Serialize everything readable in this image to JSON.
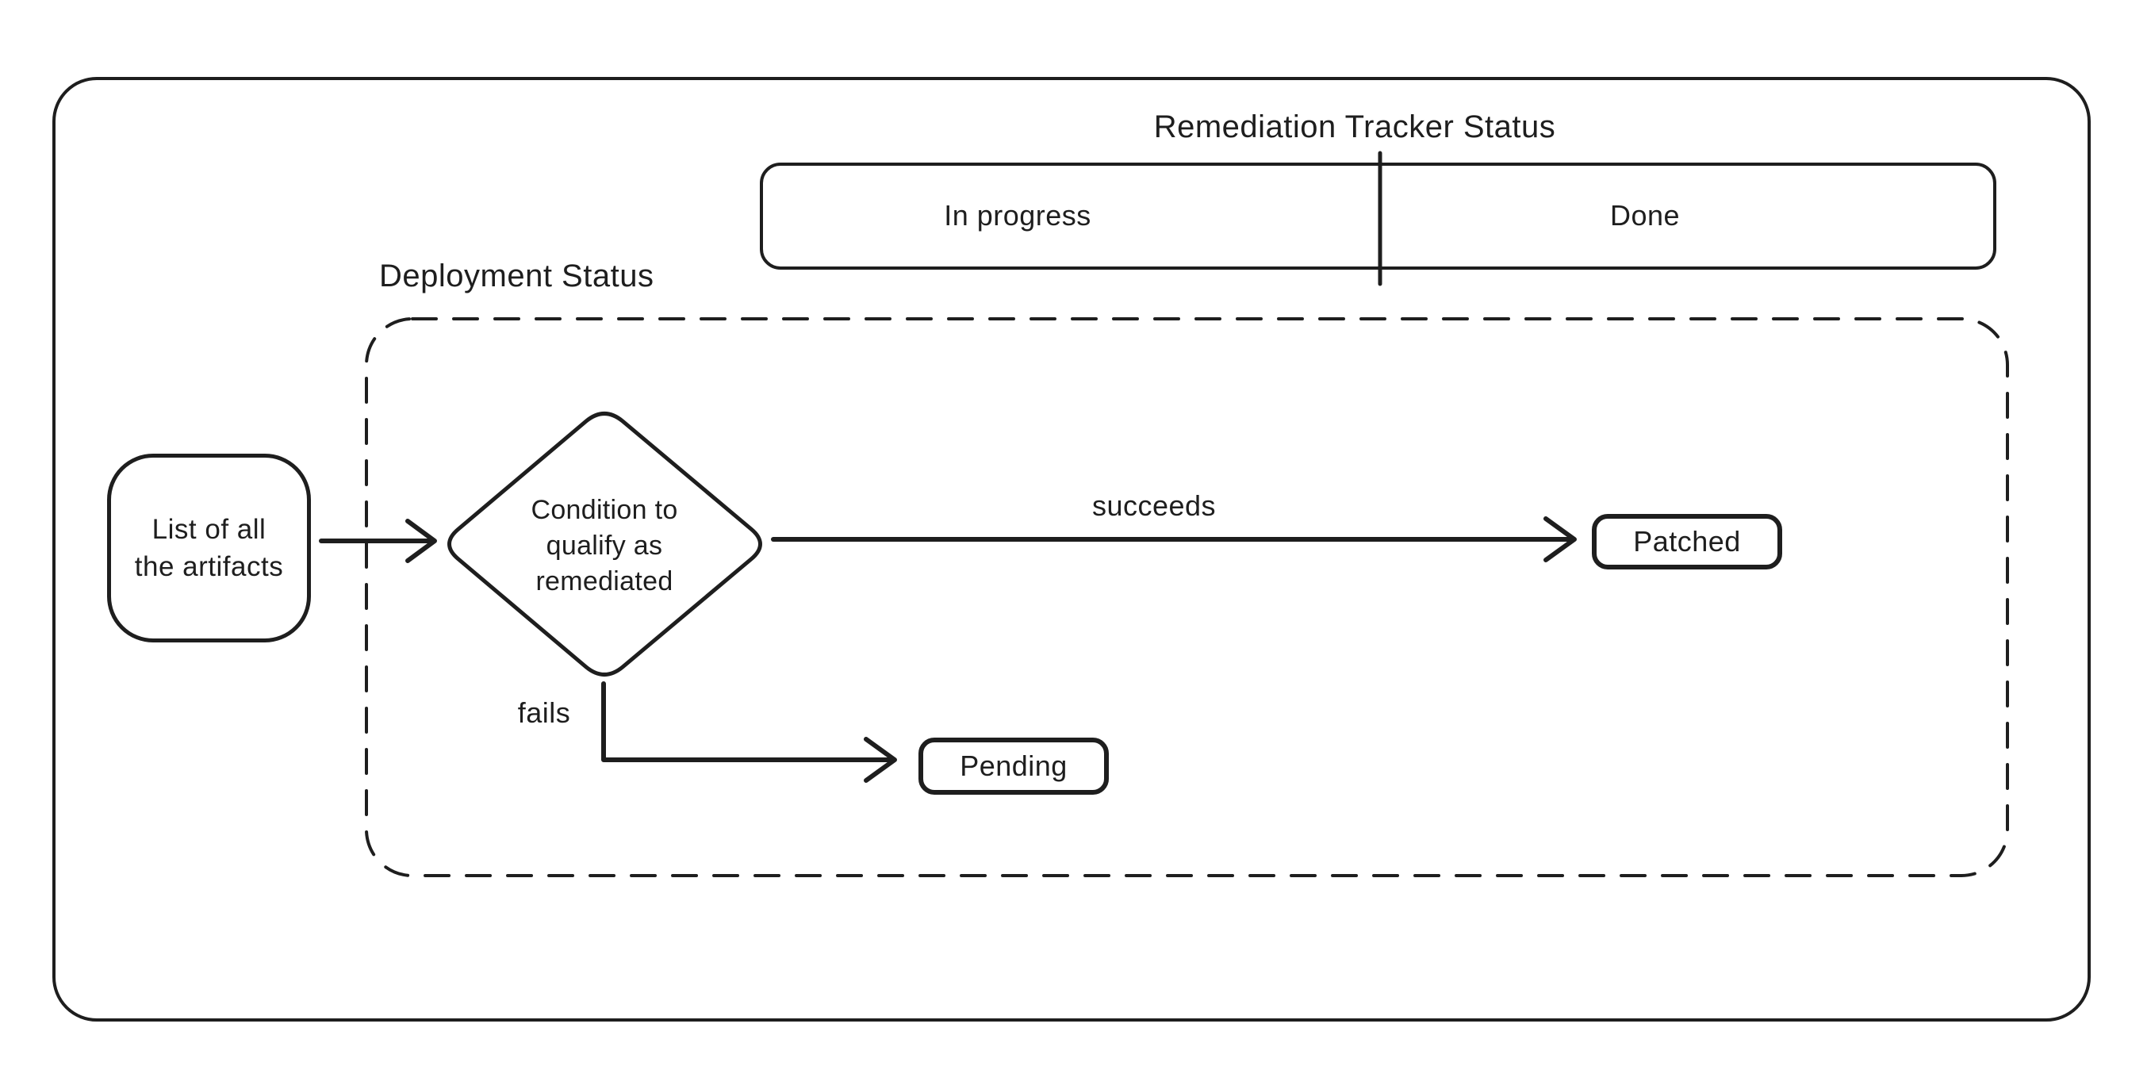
{
  "diagram": {
    "colors": {
      "ink": "#1e1e1e",
      "background": "#ffffff"
    },
    "tracker": {
      "title": "Remediation Tracker Status",
      "segments": [
        {
          "label": "In progress"
        },
        {
          "label": "Done"
        }
      ]
    },
    "deployment": {
      "title": "Deployment Status"
    },
    "nodes": {
      "artifacts": {
        "label": "List of all\nthe artifacts"
      },
      "condition": {
        "label": "Condition to\nqualify as\nremediated"
      },
      "patched": {
        "label": "Patched"
      },
      "pending": {
        "label": "Pending"
      }
    },
    "edges": {
      "succeeds": {
        "label": "succeeds"
      },
      "fails": {
        "label": "fails"
      }
    }
  }
}
